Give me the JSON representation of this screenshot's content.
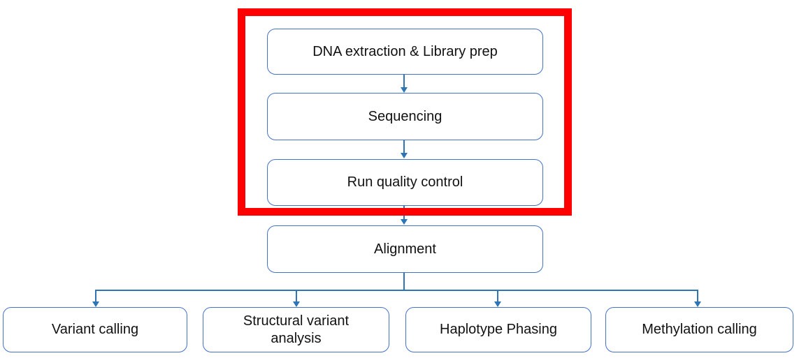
{
  "diagram": {
    "type": "flowchart",
    "colors": {
      "box_border": "#4472C4",
      "connector": "#2E75B6",
      "highlight": "#FF0000",
      "text": "#111111",
      "background": "#FFFFFF"
    },
    "nodes": {
      "dna_extraction": {
        "label": "DNA extraction & Library prep"
      },
      "sequencing": {
        "label": "Sequencing"
      },
      "run_quality_control": {
        "label": "Run quality control"
      },
      "alignment": {
        "label": "Alignment"
      },
      "variant_calling": {
        "label": "Variant calling"
      },
      "structural_variant_analysis": {
        "label": "Structural variant analysis"
      },
      "haplotype_phasing": {
        "label": "Haplotype Phasing"
      },
      "methylation_calling": {
        "label": "Methylation calling"
      }
    },
    "edges": [
      {
        "from": "dna_extraction",
        "to": "sequencing"
      },
      {
        "from": "sequencing",
        "to": "run_quality_control"
      },
      {
        "from": "run_quality_control",
        "to": "alignment"
      },
      {
        "from": "alignment",
        "to": "variant_calling"
      },
      {
        "from": "alignment",
        "to": "structural_variant_analysis"
      },
      {
        "from": "alignment",
        "to": "haplotype_phasing"
      },
      {
        "from": "alignment",
        "to": "methylation_calling"
      }
    ],
    "highlight_box_contains": [
      "dna_extraction",
      "sequencing",
      "run_quality_control"
    ]
  }
}
